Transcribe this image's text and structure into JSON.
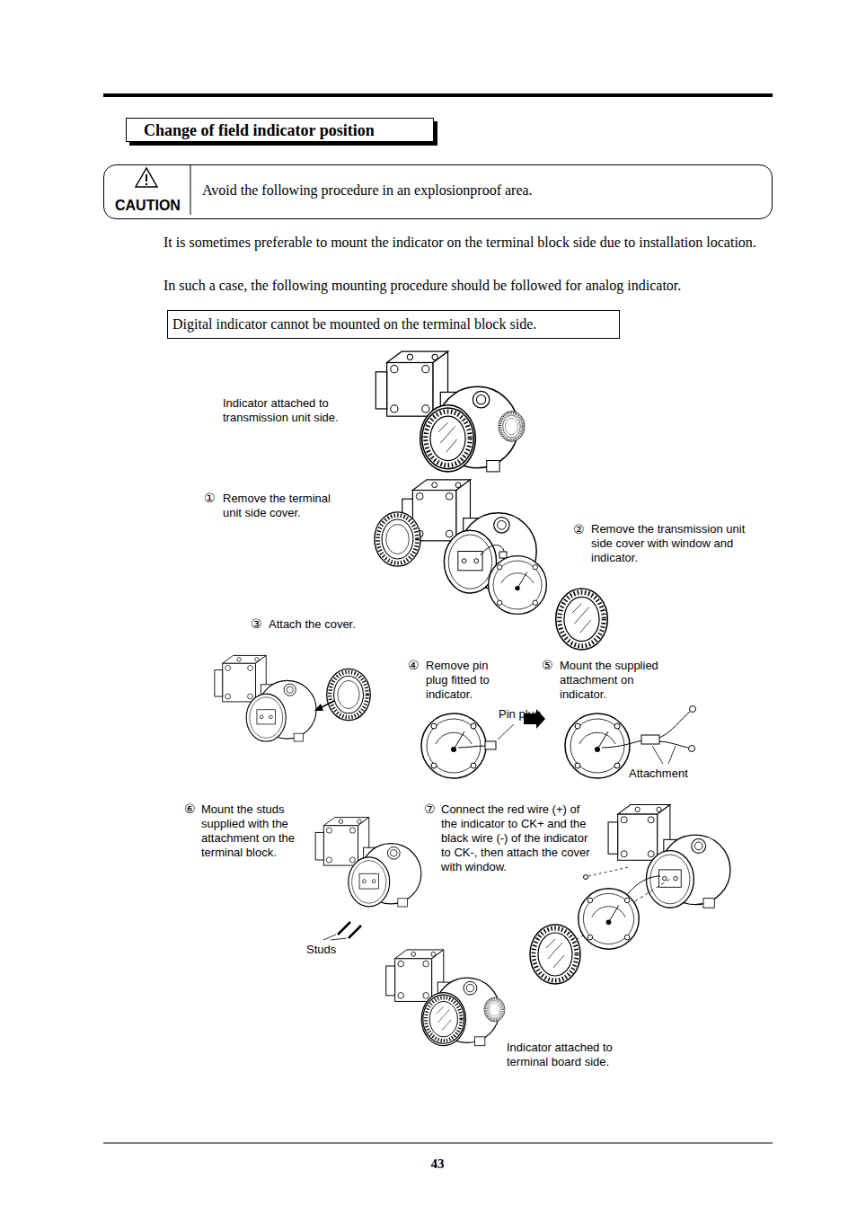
{
  "diagram": {
    "title": "Change of field indicator position",
    "nodes": [
      {
        "text": [
          "CAUTION",
          "Avoid the following procedure in an explosionproof area."
        ]
      },
      {
        "text": [
          "Digital indicator cannot be mounted on the terminal block side."
        ]
      }
    ],
    "labels": [
      "It is sometimes preferable to mount the indicator on the terminal block side due to installation location.",
      "In such a case, the following mounting procedure should be followed for analog indicator.",
      "Indicator attached to transmission unit side.",
      "①",
      "Remove the terminal unit side cover.",
      "②",
      "Remove the transmission unit side cover with window and indicator.",
      "③",
      "Attach the cover.",
      "④",
      "Remove pin plug fitted to indicator.",
      "⑤",
      "Mount the supplied attachment on indicator.",
      "Pin plug",
      "Attachment",
      "⑥",
      "Mount the studs supplied with the attachment on the terminal block.",
      "⑦",
      "Connect the red wire (+) of the indicator to CK+ and the black wire (-) of the indicator to CK-, then attach the cover with window.",
      "Studs",
      "Indicator attached to terminal board side.",
      "43"
    ]
  }
}
